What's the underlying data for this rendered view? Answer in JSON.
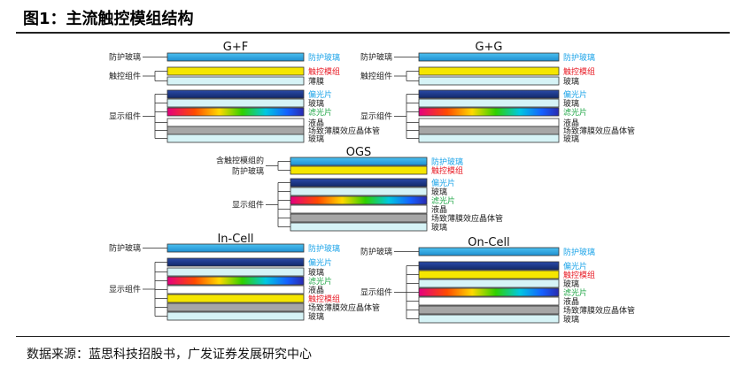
{
  "figure": {
    "title": "图1：主流触控模组结构",
    "source": "数据来源：蓝思科技招股书，广发证券发展研究中心"
  },
  "colors": {
    "glass_blue": "#2fa4e0",
    "sensor_yellow": "#f5e600",
    "film_cyan": "#d6f3f6",
    "polarizer_navy": "#1d3a8c",
    "liquid_crystal_gray": "#a6a6a6",
    "label_cyan": "#1aa3e8",
    "label_red": "#e8202a",
    "label_green": "#24a84a"
  },
  "structures": [
    {
      "id": "gf",
      "title": "G+F",
      "groups": [
        {
          "label": "防护玻璃",
          "layers": [
            0
          ]
        },
        {
          "label": "触控组件",
          "layers": [
            1,
            2
          ]
        },
        {
          "label": "显示组件",
          "layers": [
            3,
            4,
            5,
            6,
            7,
            8
          ]
        }
      ],
      "layers": [
        {
          "name": "防护玻璃",
          "fill": "glass",
          "label_color": "cyan"
        },
        {
          "name": "触控模组",
          "fill": "yellow",
          "label_color": "red"
        },
        {
          "name": "薄膜",
          "fill": "cyan",
          "label_color": "black"
        },
        {
          "name": "偏光片",
          "fill": "navy",
          "label_color": "cyan"
        },
        {
          "name": "玻璃",
          "fill": "cyan",
          "label_color": "black"
        },
        {
          "name": "滤光片",
          "fill": "rainbow",
          "label_color": "green"
        },
        {
          "name": "液晶",
          "fill": "white",
          "label_color": "black"
        },
        {
          "name": "场致薄膜效应晶体管",
          "fill": "gray",
          "label_color": "black"
        },
        {
          "name": "玻璃",
          "fill": "cyan",
          "label_color": "black"
        }
      ]
    },
    {
      "id": "gg",
      "title": "G+G",
      "groups": [
        {
          "label": "防护玻璃",
          "layers": [
            0
          ]
        },
        {
          "label": "触控组件",
          "layers": [
            1,
            2
          ]
        },
        {
          "label": "显示组件",
          "layers": [
            3,
            4,
            5,
            6,
            7,
            8
          ]
        }
      ],
      "layers": [
        {
          "name": "防护玻璃",
          "fill": "glass",
          "label_color": "cyan"
        },
        {
          "name": "触控模组",
          "fill": "yellow",
          "label_color": "red"
        },
        {
          "name": "玻璃",
          "fill": "cyan",
          "label_color": "black"
        },
        {
          "name": "偏光片",
          "fill": "navy",
          "label_color": "cyan"
        },
        {
          "name": "玻璃",
          "fill": "cyan",
          "label_color": "black"
        },
        {
          "name": "滤光片",
          "fill": "rainbow",
          "label_color": "green"
        },
        {
          "name": "液晶",
          "fill": "white",
          "label_color": "black"
        },
        {
          "name": "场致薄膜效应晶体管",
          "fill": "gray",
          "label_color": "black"
        },
        {
          "name": "玻璃",
          "fill": "cyan",
          "label_color": "black"
        }
      ]
    },
    {
      "id": "ogs",
      "title": "OGS",
      "groups": [
        {
          "label": "含触控模组的",
          "label2": "防护玻璃",
          "layers": [
            0,
            1
          ]
        },
        {
          "label": "显示组件",
          "layers": [
            2,
            3,
            4,
            5,
            6,
            7
          ]
        }
      ],
      "layers": [
        {
          "name": "防护玻璃",
          "fill": "glass",
          "label_color": "cyan"
        },
        {
          "name": "触控模组",
          "fill": "yellow",
          "label_color": "red"
        },
        {
          "name": "偏光片",
          "fill": "navy",
          "label_color": "cyan"
        },
        {
          "name": "玻璃",
          "fill": "cyan",
          "label_color": "black"
        },
        {
          "name": "滤光片",
          "fill": "rainbow",
          "label_color": "green"
        },
        {
          "name": "液晶",
          "fill": "white",
          "label_color": "black"
        },
        {
          "name": "场致薄膜效应晶体管",
          "fill": "gray",
          "label_color": "black"
        },
        {
          "name": "玻璃",
          "fill": "cyan",
          "label_color": "black"
        }
      ]
    },
    {
      "id": "incell",
      "title": "In-Cell",
      "groups": [
        {
          "label": "防护玻璃",
          "layers": [
            0
          ]
        },
        {
          "label": "显示组件",
          "layers": [
            1,
            2,
            3,
            4,
            5,
            6,
            7
          ]
        }
      ],
      "layers": [
        {
          "name": "防护玻璃",
          "fill": "glass",
          "label_color": "cyan"
        },
        {
          "name": "偏光片",
          "fill": "navy",
          "label_color": "cyan"
        },
        {
          "name": "玻璃",
          "fill": "cyan",
          "label_color": "black"
        },
        {
          "name": "滤光片",
          "fill": "rainbow",
          "label_color": "green"
        },
        {
          "name": "液晶",
          "fill": "white",
          "label_color": "black"
        },
        {
          "name": "触控模组",
          "fill": "yellow",
          "label_color": "red"
        },
        {
          "name": "场致薄膜效应晶体管",
          "fill": "gray",
          "label_color": "black"
        },
        {
          "name": "玻璃",
          "fill": "cyan",
          "label_color": "black"
        }
      ]
    },
    {
      "id": "oncell",
      "title": "On-Cell",
      "groups": [
        {
          "label": "防护玻璃",
          "layers": [
            0
          ]
        },
        {
          "label": "显示组件",
          "layers": [
            1,
            2,
            3,
            4,
            5,
            6,
            7
          ]
        }
      ],
      "layers": [
        {
          "name": "防护玻璃",
          "fill": "glass",
          "label_color": "cyan"
        },
        {
          "name": "偏光片",
          "fill": "navy",
          "label_color": "cyan"
        },
        {
          "name": "触控模组",
          "fill": "yellow",
          "label_color": "red"
        },
        {
          "name": "玻璃",
          "fill": "cyan",
          "label_color": "black"
        },
        {
          "name": "滤光片",
          "fill": "rainbow",
          "label_color": "green"
        },
        {
          "name": "液晶",
          "fill": "white",
          "label_color": "black"
        },
        {
          "name": "场致薄膜效应晶体管",
          "fill": "gray",
          "label_color": "black"
        },
        {
          "name": "玻璃",
          "fill": "cyan",
          "label_color": "black"
        }
      ]
    }
  ]
}
